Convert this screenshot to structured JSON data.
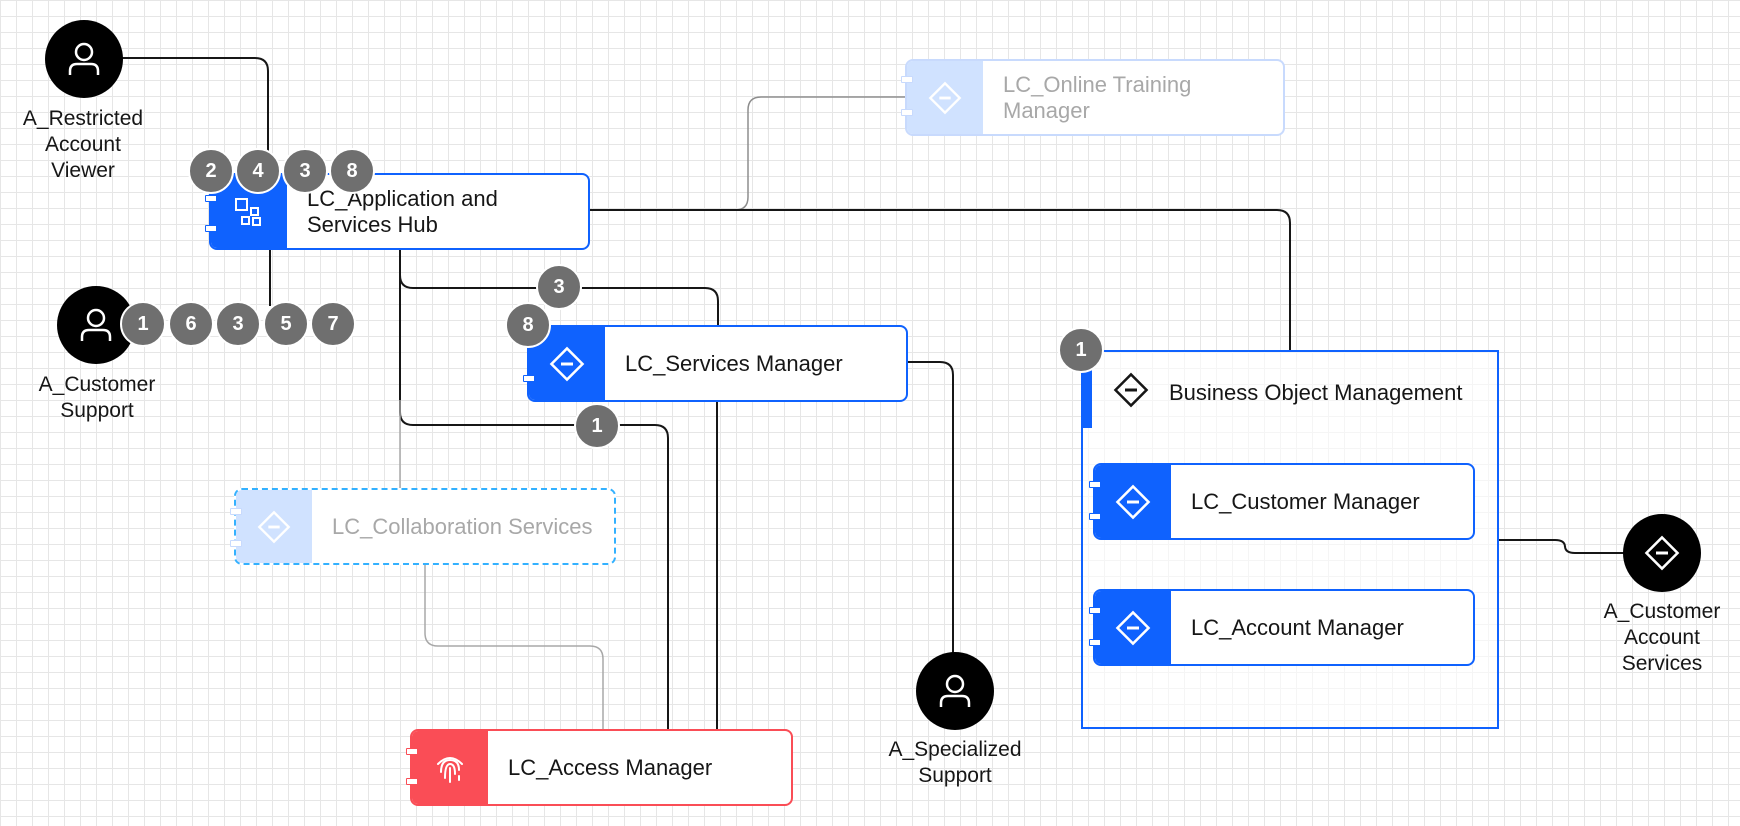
{
  "components": {
    "app_hub": "LC_Application and Services Hub",
    "online_training": "LC_Online Training Manager",
    "services_manager": "LC_Services Manager",
    "collaboration": "LC_Collaboration Services",
    "access_manager": "LC_Access Manager",
    "customer_manager": "LC_Customer Manager",
    "account_manager": "LC_Account Manager"
  },
  "group": {
    "title": "Business Object Management"
  },
  "actors": {
    "restricted": "A_Restricted Account Viewer",
    "customer_support": "A_Customer Support",
    "specialized": "A_Specialized Support",
    "customer_account": "A_Customer Account Services"
  },
  "badges": {
    "hub": [
      "2",
      "4",
      "3",
      "8"
    ],
    "support": [
      "1",
      "6",
      "3",
      "5",
      "7"
    ],
    "sm_top": "3",
    "sm_left": "8",
    "sm_bottom": "1",
    "group": "1"
  },
  "colors": {
    "blue": "#0f62fe",
    "red": "#fa4d56",
    "badge": "#6f6f6f",
    "actor": "#000000"
  }
}
